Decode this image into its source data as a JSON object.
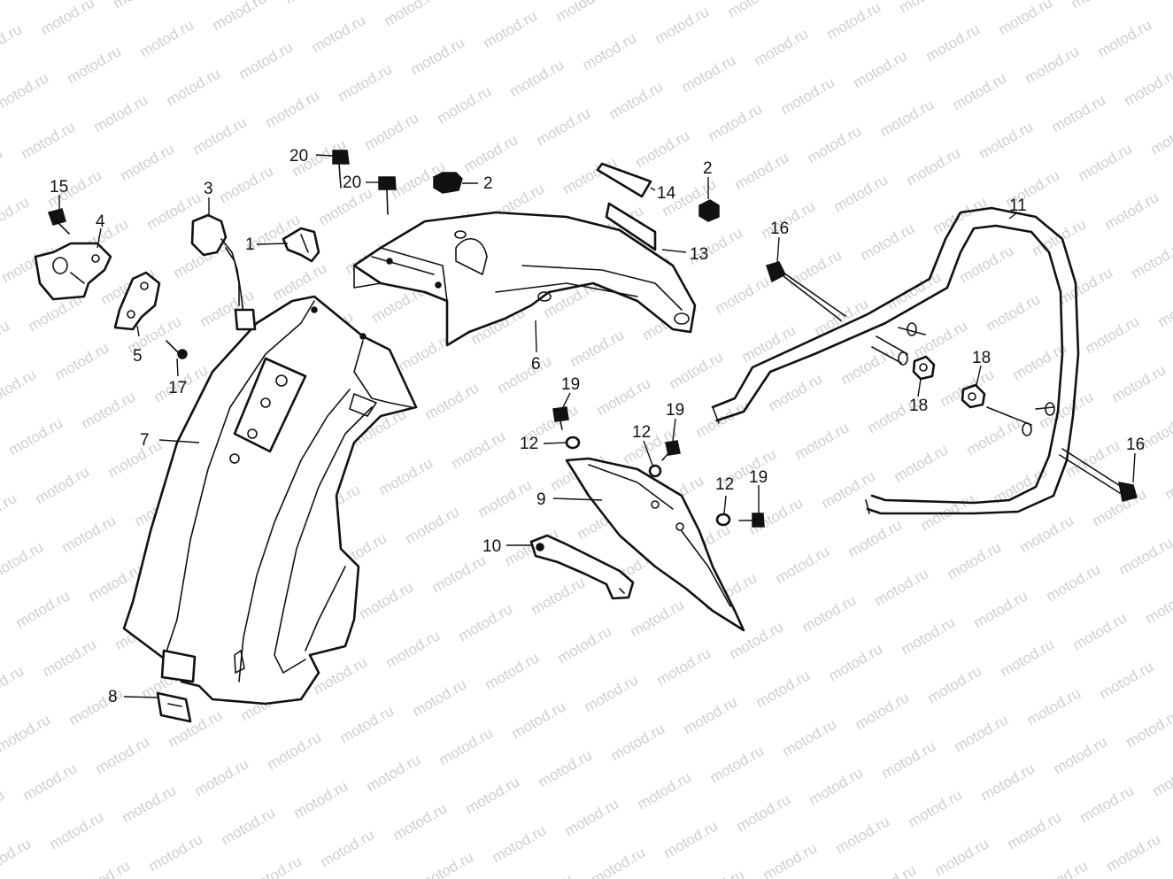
{
  "watermark": "motod.ru",
  "callouts": [
    {
      "id": "c15",
      "text": "15"
    },
    {
      "id": "c4",
      "text": "4"
    },
    {
      "id": "c3",
      "text": "3"
    },
    {
      "id": "c1",
      "text": "1"
    },
    {
      "id": "c5",
      "text": "5"
    },
    {
      "id": "c17",
      "text": "17"
    },
    {
      "id": "c20a",
      "text": "20"
    },
    {
      "id": "c20b",
      "text": "20"
    },
    {
      "id": "c2a",
      "text": "2"
    },
    {
      "id": "c2b",
      "text": "2"
    },
    {
      "id": "c14",
      "text": "14"
    },
    {
      "id": "c13",
      "text": "13"
    },
    {
      "id": "c6",
      "text": "6"
    },
    {
      "id": "c7",
      "text": "7"
    },
    {
      "id": "c8",
      "text": "8"
    },
    {
      "id": "c16a",
      "text": "16"
    },
    {
      "id": "c16b",
      "text": "16"
    },
    {
      "id": "c11",
      "text": "11"
    },
    {
      "id": "c18a",
      "text": "18"
    },
    {
      "id": "c18b",
      "text": "18"
    },
    {
      "id": "c19a",
      "text": "19"
    },
    {
      "id": "c19b",
      "text": "19"
    },
    {
      "id": "c19c",
      "text": "19"
    },
    {
      "id": "c12a",
      "text": "12"
    },
    {
      "id": "c12b",
      "text": "12"
    },
    {
      "id": "c12c",
      "text": "12"
    },
    {
      "id": "c9",
      "text": "9"
    },
    {
      "id": "c10",
      "text": "10"
    }
  ]
}
